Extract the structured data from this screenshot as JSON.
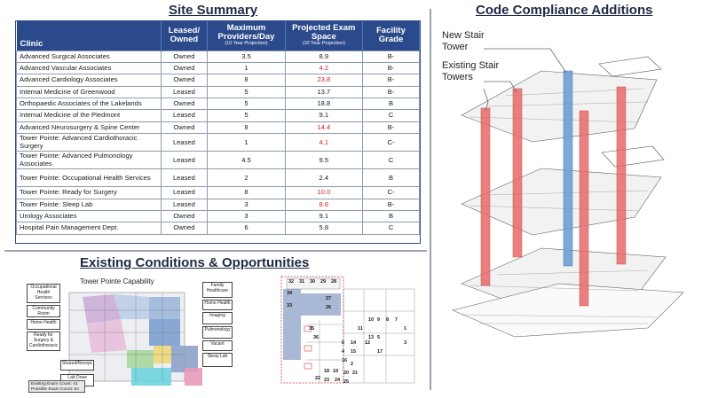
{
  "titles": {
    "site_summary": "Site Summary",
    "existing": "Existing Conditions & Opportunities",
    "code": "Code Compliance Additions"
  },
  "table": {
    "headers": {
      "clinic": "Clinic",
      "owned": "Leased/ Owned",
      "providers": "Maximum Providers/Day",
      "providers_sub": "(10 Year Projection)",
      "exam": "Projected Exam Space",
      "exam_sub": "(10 Year Projection)",
      "grade": "Facility Grade"
    },
    "rows": [
      {
        "clinic": "Advanced Surgical Associates",
        "owned": "Owned",
        "providers": "3.5",
        "exam": "8.9",
        "grade": "B-",
        "red": false
      },
      {
        "clinic": "Advanced Vascular Associates",
        "owned": "Owned",
        "providers": "1",
        "exam": "4.2",
        "grade": "B-",
        "red": true
      },
      {
        "clinic": "Advanced Cardiology Associates",
        "owned": "Owned",
        "providers": "8",
        "exam": "23.8",
        "grade": "B-",
        "red": true
      },
      {
        "clinic": "Internal Medicine of Greenwood",
        "owned": "Leased",
        "providers": "5",
        "exam": "13.7",
        "grade": "B-",
        "red": false
      },
      {
        "clinic": "Orthopaedic Associates of the Lakelands",
        "owned": "Owned",
        "providers": "5",
        "exam": "18.8",
        "grade": "B",
        "red": false
      },
      {
        "clinic": "Internal Medicine of the Piedmont",
        "owned": "Leased",
        "providers": "5",
        "exam": "9.1",
        "grade": "C",
        "red": false
      },
      {
        "clinic": "Advanced Neurosurgery & Spine Center",
        "owned": "Owned",
        "providers": "8",
        "exam": "14.4",
        "grade": "B-",
        "red": true
      },
      {
        "clinic": "Tower Pointe: Advanced Cardiothoracic Surgery",
        "owned": "Leased",
        "providers": "1",
        "exam": "4.1",
        "grade": "C-",
        "red": true,
        "tall": true
      },
      {
        "clinic": "Tower Pointe: Advanced Pulmonology Associates",
        "owned": "Leased",
        "providers": "4.5",
        "exam": "9.5",
        "grade": "C",
        "red": false,
        "tall": true
      },
      {
        "clinic": "Tower Pointe: Occupational Health Services",
        "owned": "Leased",
        "providers": "2",
        "exam": "2.4",
        "grade": "B",
        "red": false,
        "tall": true
      },
      {
        "clinic": "Tower Pointe: Ready for Surgery",
        "owned": "Leased",
        "providers": "8",
        "exam": "10.0",
        "grade": "C-",
        "red": true
      },
      {
        "clinic": "Tower Pointe: Sleep Lab",
        "owned": "Leased",
        "providers": "3",
        "exam": "8.6",
        "grade": "B-",
        "red": true
      },
      {
        "clinic": "Urology Associates",
        "owned": "Owned",
        "providers": "3",
        "exam": "9.1",
        "grade": "B",
        "red": false
      },
      {
        "clinic": "Hospital Pain Management Dept.",
        "owned": "Owned",
        "providers": "6",
        "exam": "5.8",
        "grade": "C",
        "red": false
      }
    ]
  },
  "plan": {
    "caption": "Tower Pointe Capability",
    "left_labels": [
      "Occupational Health Services",
      "Community Room",
      "Home Health",
      "Ready for Surgery & Cardiothoracic",
      "Shared/Recept.",
      "Lab Draw"
    ],
    "right_labels": [
      "Family Healthcare",
      "Home Health",
      "Imaging",
      "Pulmonology",
      "Vacant",
      "Sleep Lab"
    ],
    "exam_count_existing": "Existing Exam Count: 41",
    "exam_count_possible": "Possible Exam Count: 64",
    "room_numbers": [
      "32",
      "31",
      "30",
      "29",
      "28",
      "27",
      "26",
      "34",
      "33",
      "35",
      "36",
      "10",
      "9",
      "8",
      "7",
      "6",
      "14",
      "13",
      "5",
      "4",
      "15",
      "16",
      "17",
      "2",
      "18",
      "19",
      "20",
      "21",
      "22",
      "23",
      "24",
      "25",
      "1",
      "3",
      "11",
      "12"
    ]
  },
  "compliance": {
    "new_stair": "New Stair Tower",
    "existing_stair": "Existing Stair Towers"
  },
  "colors": {
    "header": "#2b4a8c",
    "red_tower": "#e86a6a",
    "blue_tower": "#6f9fd6",
    "highlight_red": "#cc1f1f"
  }
}
